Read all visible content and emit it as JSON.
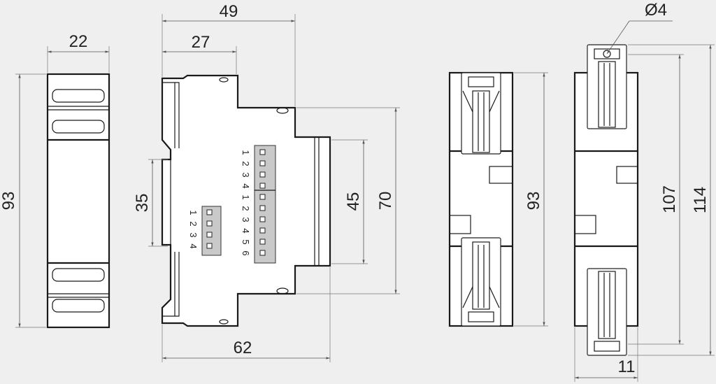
{
  "dimensions": {
    "front_width": "22",
    "front_height": "93",
    "side_overall_depth": "49",
    "side_upper_depth": "27",
    "side_rail": "35",
    "side_mid_height": "45",
    "side_height": "70",
    "side_total_depth": "62",
    "rear_height": "93",
    "hole_diameter": "Ø4",
    "clip_height_inner": "107",
    "clip_height_outer": "114",
    "clip_width": "11"
  },
  "dip_switch_small": {
    "numbers": [
      "1",
      "2",
      "3",
      "4"
    ]
  },
  "dip_switch_large": {
    "numbers": [
      "1",
      "2",
      "3",
      "4",
      "1",
      "2",
      "3",
      "4",
      "5",
      "6"
    ]
  },
  "colors": {
    "background": "#efefef",
    "outline": "#1a1a1a",
    "switch_fill": "#c9c9c9"
  }
}
